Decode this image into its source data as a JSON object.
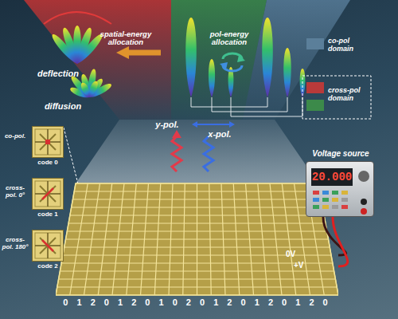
{
  "diagram": {
    "nodes": [
      {
        "text": [
          "co-pol.",
          "code 0"
        ]
      },
      {
        "text": [
          "cross-pol. 0°",
          "code 1"
        ]
      },
      {
        "text": [
          "cross-pol. 180°",
          "code 2"
        ]
      },
      {
        "text": [
          "Voltage source",
          "20.000"
        ]
      },
      {
        "text": [
          "0 1 2 0 1 2 0 1 0 2 0 1 2 0 1 2 0 1 2 0"
        ]
      }
    ],
    "edges": [
      {
        "from": 3,
        "to": 4,
        "label": "0V",
        "arrow": "none"
      },
      {
        "from": 3,
        "to": 4,
        "label": "+V",
        "arrow": "none"
      }
    ],
    "labels": [
      "spatial-energy allocation",
      "pol-energy allocation",
      "deflection",
      "diffusion",
      "y-pol.",
      "x-pol."
    ],
    "legend": [
      {
        "text": "co-pol domain",
        "color": "#5b7f9a"
      },
      {
        "text": "cross-pol domain",
        "color": "#b83a3a"
      }
    ]
  }
}
